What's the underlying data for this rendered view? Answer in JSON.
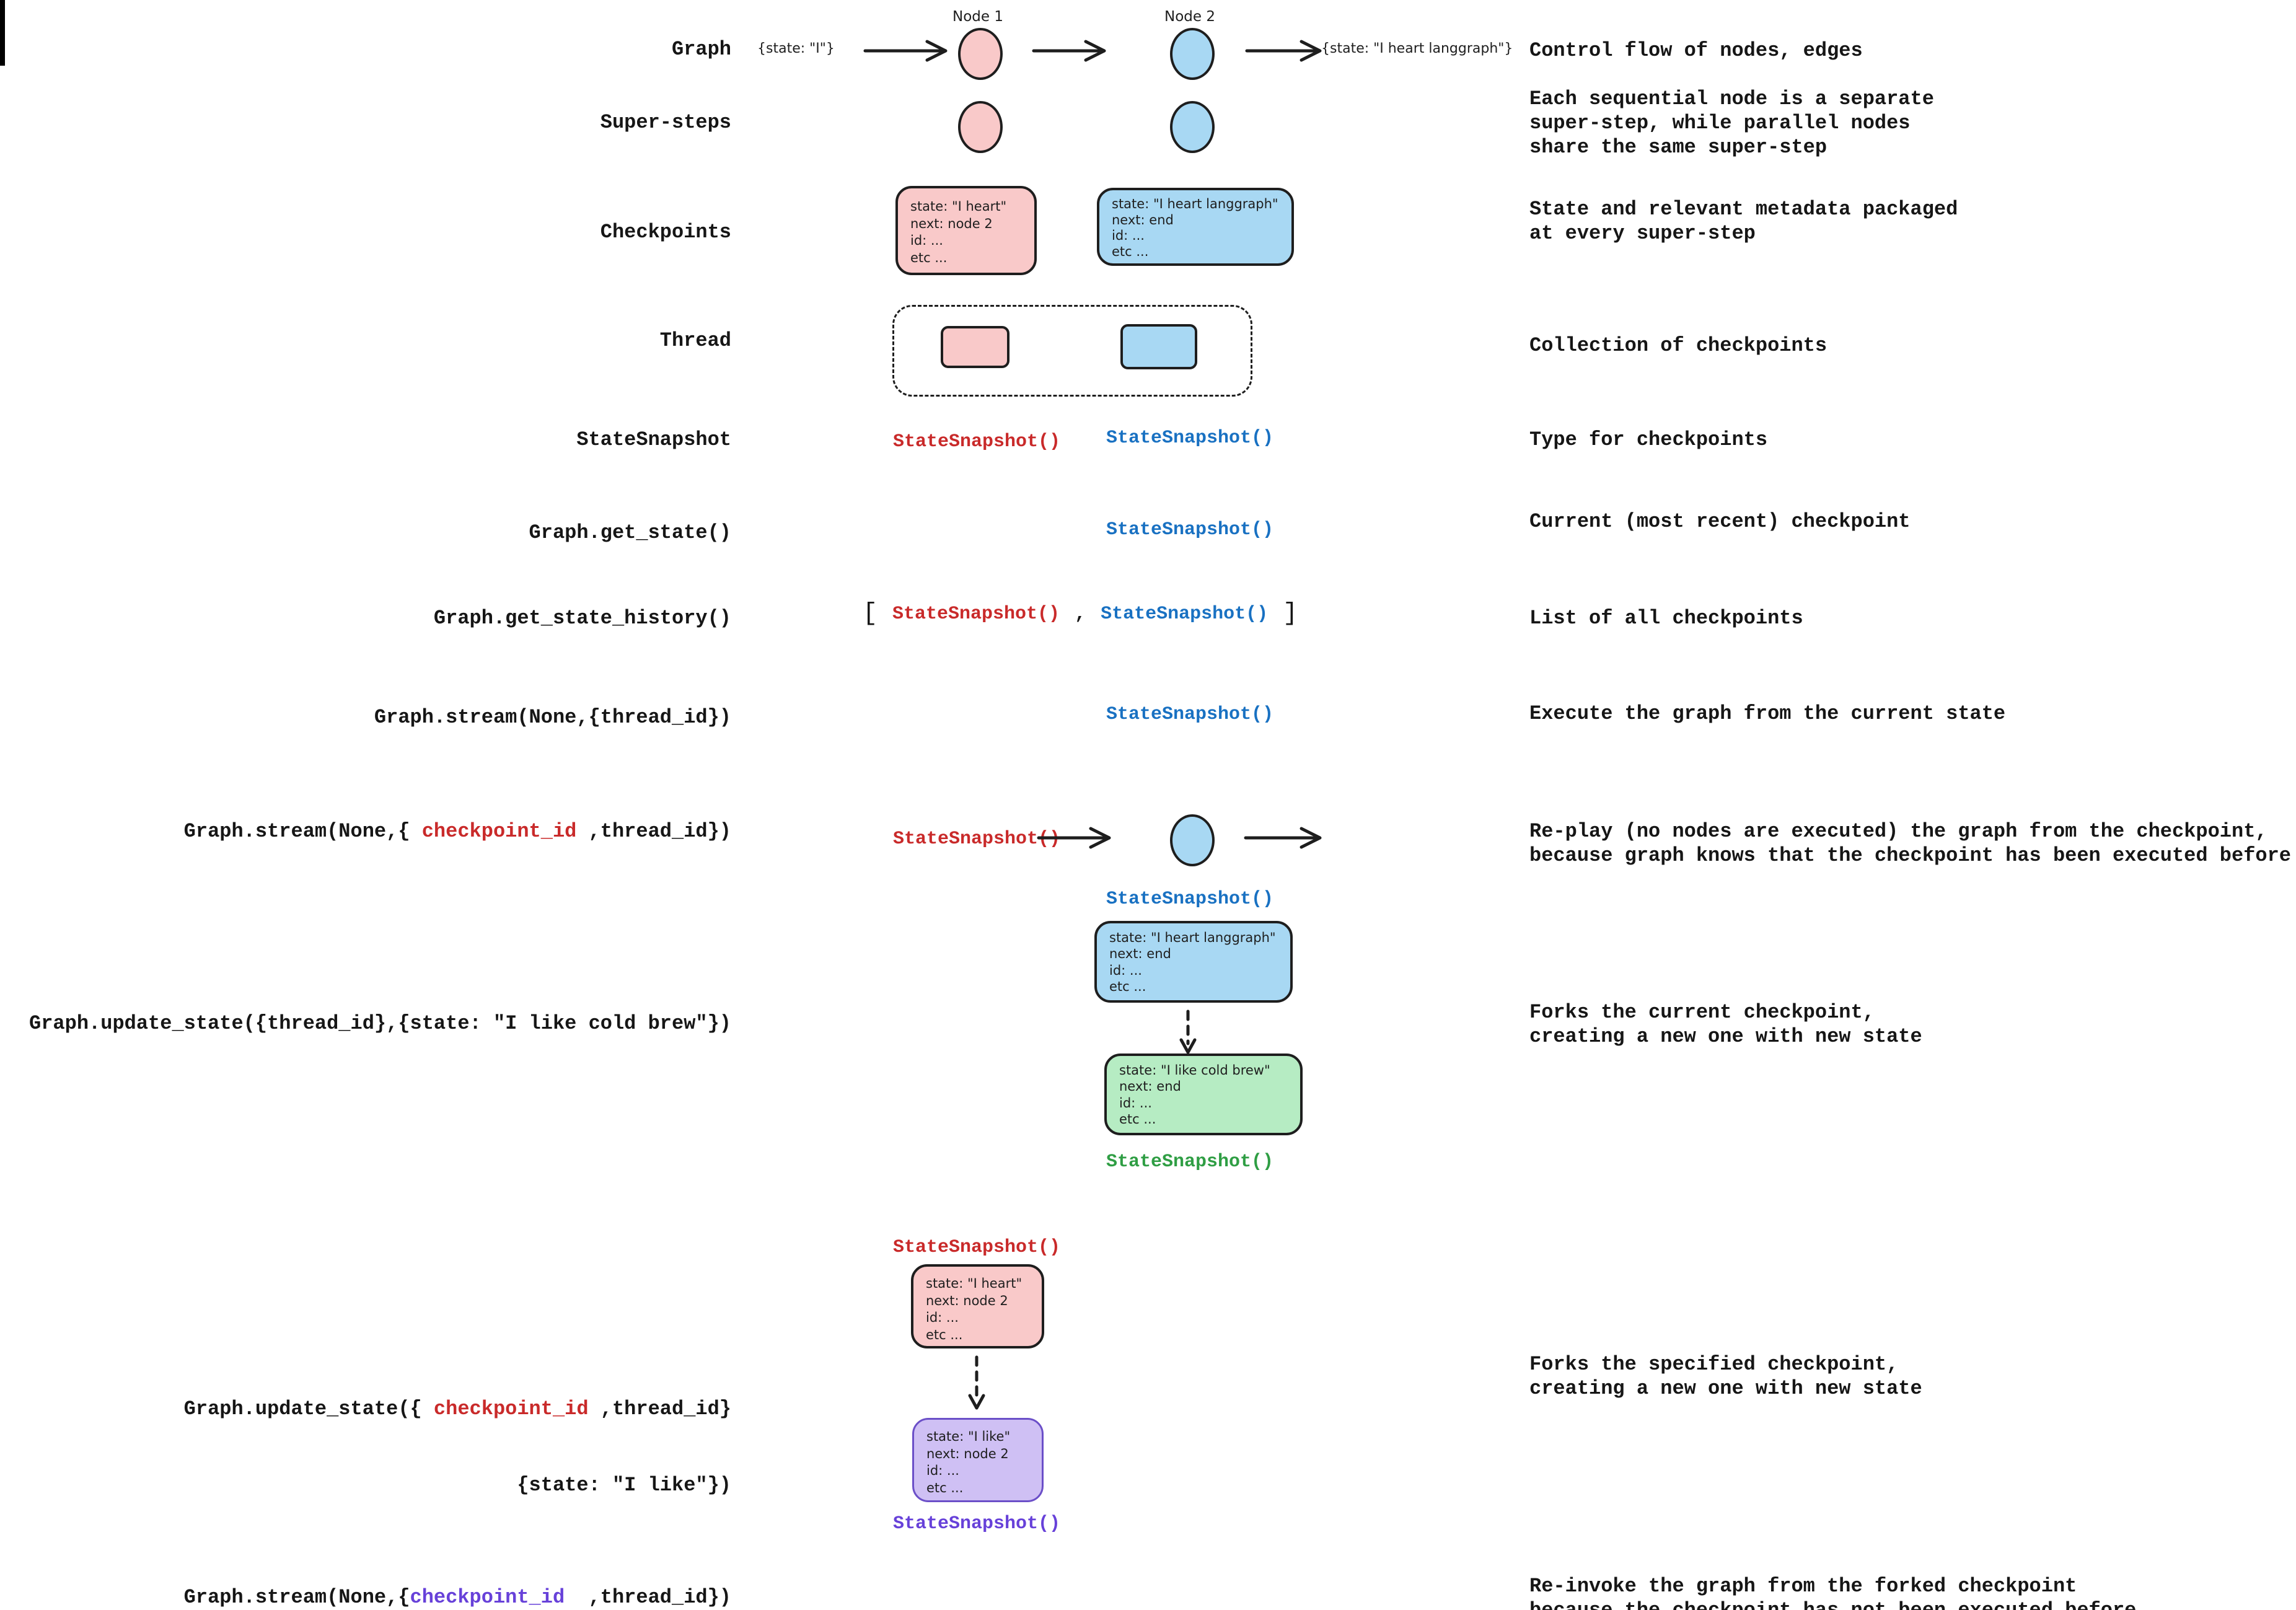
{
  "palette": {
    "pink": "#f9c9c9",
    "blue": "#a8d8f3",
    "green": "#b6ecc3",
    "purple": "#cfc0f4",
    "purple_border": "#6b4fc8",
    "red_text": "#c92a2a",
    "blue_text": "#1971c2",
    "green_text": "#2f9e44",
    "purple_text": "#6741d9",
    "ink": "#1e1e1e"
  },
  "rows": {
    "graph": {
      "label": "Graph",
      "node1": "Node 1",
      "node2": "Node 2",
      "input": "{state: \"I\"}",
      "output": "{state: \"I heart langgraph\"}",
      "desc": "Control flow of nodes, edges"
    },
    "supersteps": {
      "label": "Super-steps",
      "desc": "Each sequential node is a separate\nsuper-step, while parallel nodes\nshare the same super-step"
    },
    "checkpoints": {
      "label": "Checkpoints",
      "pink_box": "state: \"I heart\"\nnext: node 2\nid: ...\netc ...",
      "blue_box": "state: \"I heart langgraph\"\nnext: end\nid: ...\netc ...",
      "desc": "State and relevant metadata packaged\nat every super-step"
    },
    "thread": {
      "label": "Thread",
      "desc": "Collection of checkpoints"
    },
    "statesnapshot": {
      "label": "StateSnapshot",
      "red": "StateSnapshot()",
      "blue": "StateSnapshot()",
      "desc": "Type for checkpoints"
    },
    "get_state": {
      "label": "Graph.get_state()",
      "blue": "StateSnapshot()",
      "desc": "Current (most recent) checkpoint"
    },
    "get_state_history": {
      "label": "Graph.get_state_history()",
      "open": "[",
      "red": "StateSnapshot()",
      "comma": ",",
      "blue": "StateSnapshot()",
      "close": "]",
      "desc": "List of all checkpoints"
    },
    "stream_current": {
      "label": "Graph.stream(None,{thread_id})",
      "blue": "StateSnapshot()",
      "desc": "Execute the graph from the current state"
    },
    "replay": {
      "label_pre": "Graph.stream(None,{ ",
      "label_mid": "checkpoint_id",
      "label_post": " ,thread_id})",
      "red": "StateSnapshot()",
      "blue_below": "StateSnapshot()",
      "desc": "Re-play (no nodes are executed) the graph from the checkpoint,\nbecause graph knows that the checkpoint has been executed before"
    },
    "fork_current": {
      "label": "Graph.update_state({thread_id},{state: \"I like cold brew\"})",
      "blue_box": "state: \"I heart langgraph\"\nnext: end\nid: ...\netc ...",
      "green_box": "state: \"I like cold brew\"\nnext: end\nid: ...\netc ...",
      "green_label": "StateSnapshot()",
      "desc": "Forks the current checkpoint,\ncreating a new one with new state"
    },
    "fork_specified": {
      "label_pre": "Graph.update_state({ ",
      "label_mid": "checkpoint_id",
      "label_post": " ,thread_id}",
      "label_line2": "{state: \"I like\"})",
      "red_label": "StateSnapshot()",
      "pink_box": "state: \"I heart\"\nnext: node 2\nid: ...\netc ...",
      "purple_box": "state: \"I like\"\nnext: node 2\nid: ...\netc ...",
      "purple_label": "StateSnapshot()",
      "desc": "Forks the specified checkpoint,\ncreating a new one with new state"
    },
    "reinvoke": {
      "label_pre": "Graph.stream(None,{",
      "label_mid": "checkpoint_id",
      "label_post": "  ,thread_id})",
      "desc": "Re-invoke the graph from the forked checkpoint\nbecause the checkpoint has not been executed before"
    }
  }
}
